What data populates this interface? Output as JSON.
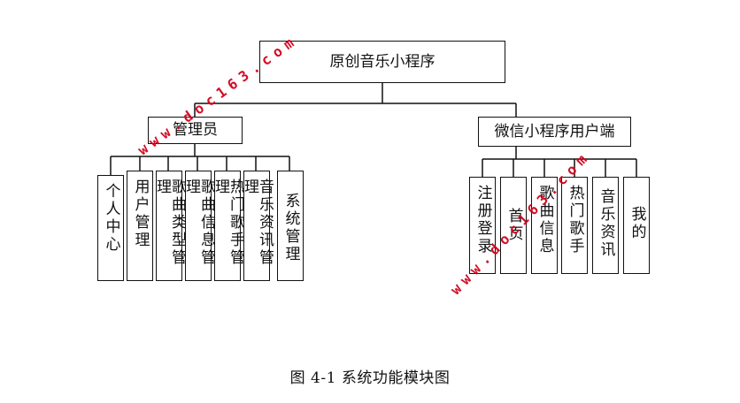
{
  "diagram": {
    "root": "原创音乐小程序",
    "admin": "管理员",
    "user": "微信小程序用户端",
    "admin_modules": [
      "个人中心",
      "用户管理",
      "歌曲类型管理",
      "歌曲信息管理",
      "热门歌手管理",
      "音乐资讯管理",
      "系统管理"
    ],
    "user_modules": [
      "注册登录",
      "首页",
      "歌曲信息",
      "热门歌手",
      "音乐资讯",
      "我的"
    ]
  },
  "caption": "图 4-1  系统功能模块图",
  "watermarks": [
    "www.doc163.com",
    "www.doc163.com"
  ],
  "colors": {
    "line": "#111111",
    "watermark": "#d0021b"
  }
}
